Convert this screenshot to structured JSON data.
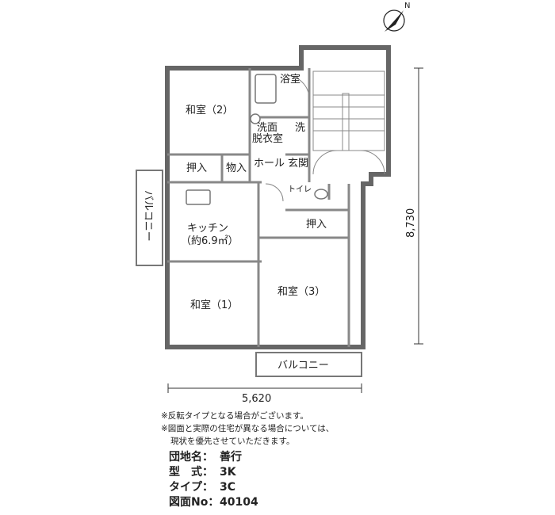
{
  "rooms": {
    "washitsu2": "和室（2）",
    "bath": "浴室",
    "senmen_line1": "洗面",
    "senmen_line2": "脱衣室",
    "laundry": "洗",
    "oshiire_top": "押入",
    "mono": "物入",
    "hall": "ホール",
    "genkan": "玄関",
    "toilet": "トイレ",
    "kitchen_line1": "キッチン",
    "kitchen_line2": "（約6.9㎡）",
    "oshiire_mid": "押入",
    "washitsu1": "和室（1）",
    "washitsu3": "和室（3）",
    "balcony_left": "バルコニー",
    "balcony_bottom": "バルコニー"
  },
  "dimensions": {
    "width": "5,620",
    "height": "8,730"
  },
  "compass": {
    "label": "N",
    "icon": "north-arrow-icon"
  },
  "notes": [
    "※反転タイプとなる場合がございます。",
    "※図面と実際の住宅が異なる場合については、",
    "現状を優先させていただきます。"
  ],
  "info": [
    {
      "key": "団地名：",
      "value": "善行"
    },
    {
      "key": "型　式：",
      "value": "3K"
    },
    {
      "key": "タイプ：",
      "value": "3C"
    },
    {
      "key": "図面No：",
      "value": "40104"
    }
  ]
}
